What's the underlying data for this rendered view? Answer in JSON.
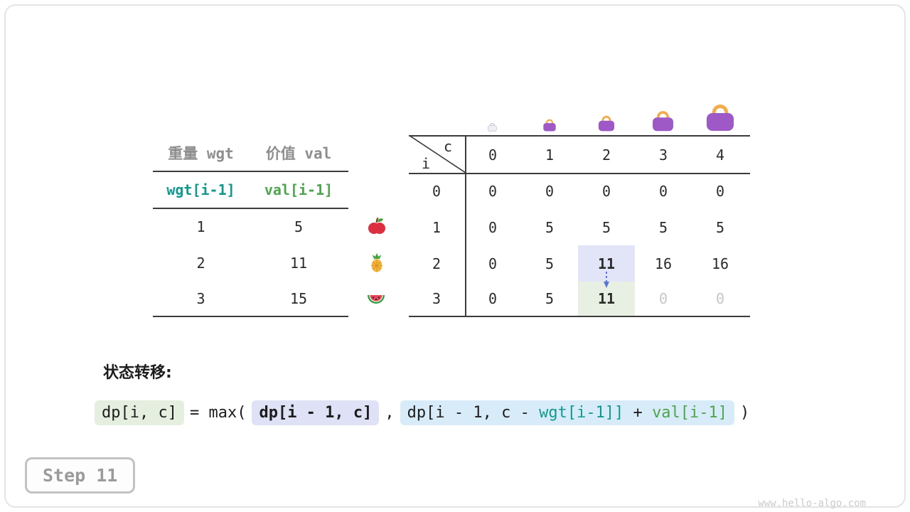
{
  "page": {
    "step_label": "Step 11",
    "watermark": "www.hello-algo.com"
  },
  "items_table": {
    "col_headers": [
      "重量 wgt",
      "价值 val"
    ],
    "formula_row": {
      "wgt": "wgt[i-1]",
      "val": "val[i-1]"
    },
    "rows": [
      {
        "wgt": "1",
        "val": "5",
        "icon": "apple-icon"
      },
      {
        "wgt": "2",
        "val": "11",
        "icon": "pineapple-icon"
      },
      {
        "wgt": "3",
        "val": "15",
        "icon": "watermelon-icon"
      }
    ]
  },
  "dp_table": {
    "corner": {
      "col_var": "c",
      "row_var": "i"
    },
    "col_headers": [
      "0",
      "1",
      "2",
      "3",
      "4"
    ],
    "row_headers": [
      "0",
      "1",
      "2",
      "3"
    ],
    "values": [
      [
        "0",
        "0",
        "0",
        "0",
        "0"
      ],
      [
        "0",
        "5",
        "5",
        "5",
        "5"
      ],
      [
        "0",
        "5",
        "11",
        "16",
        "16"
      ],
      [
        "0",
        "5",
        "11",
        "0",
        "0"
      ]
    ],
    "highlight": {
      "from_cell": "dp[2][2]",
      "to_cell": "dp[3][2]"
    }
  },
  "transition": {
    "heading": "状态转移:",
    "lhs": "dp[i, c]",
    "eq_max": "= max(",
    "arg1": "dp[i - 1, c]",
    "comma": ",",
    "arg2_prefix": "dp[i - 1, c - ",
    "arg2_wgt": "wgt[i-1]]",
    "arg2_plus": " + ",
    "arg2_val": "val[i-1]",
    "close": ")"
  },
  "colors": {
    "wgt_accent": "#12998f",
    "val_accent": "#4da54d",
    "highlight_lavender": "#e2e4f8",
    "highlight_green": "#e7f0e3",
    "highlight_blue": "#d7ebf8",
    "bag_purple": "#9e59c6",
    "bag_handle": "#f2ac4e",
    "muted_gray": "#c6c6c6"
  }
}
